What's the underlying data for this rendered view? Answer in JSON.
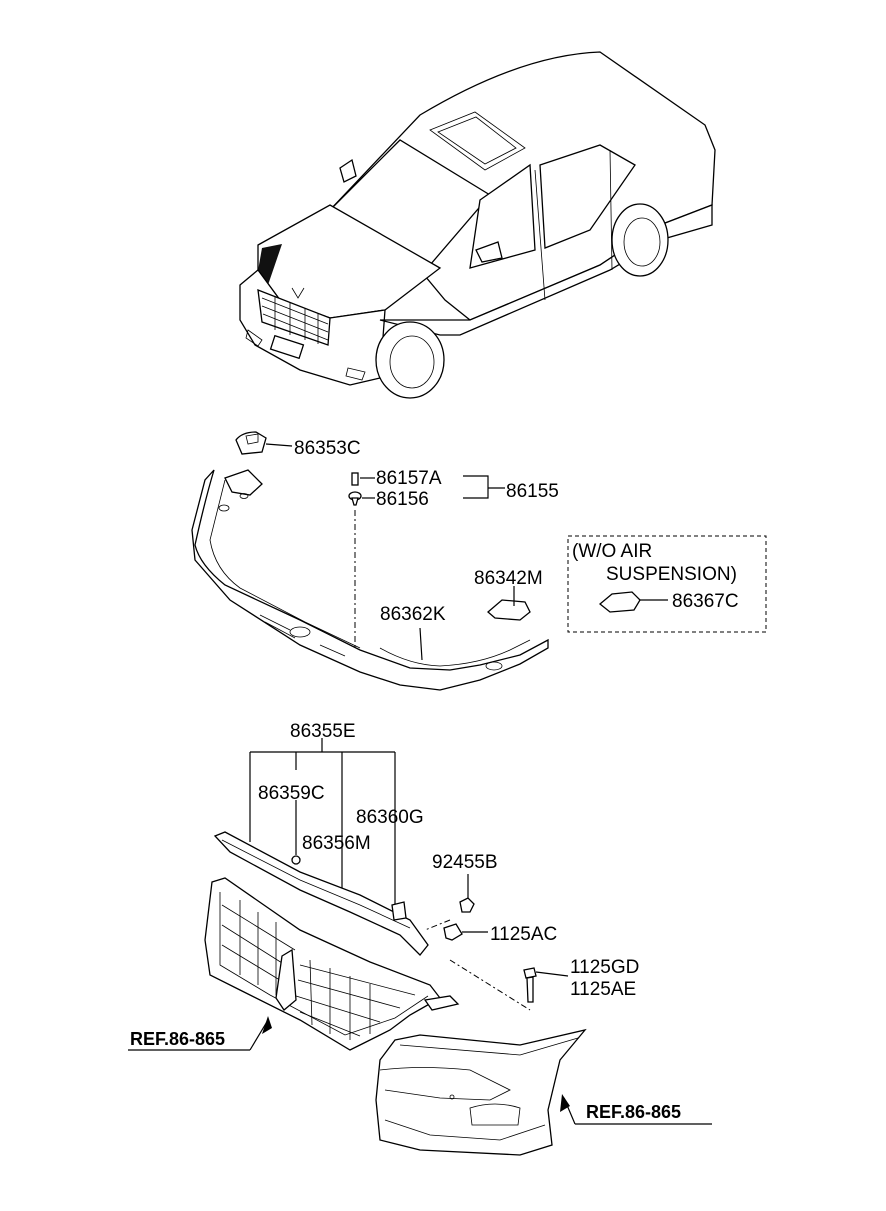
{
  "labels": {
    "p86353C": "86353C",
    "p86157A": "86157A",
    "p86156": "86156",
    "p86155": "86155",
    "p86342M": "86342M",
    "p86362K": "86362K",
    "p86367C": "86367C",
    "p86355E": "86355E",
    "p86359C": "86359C",
    "p86360G": "86360G",
    "p86356M": "86356M",
    "p92455B": "92455B",
    "p1125AC": "1125AC",
    "p1125GD": "1125GD",
    "p1125AE": "1125AE"
  },
  "note": {
    "line1": "(W/O AIR",
    "line2": "SUSPENSION)"
  },
  "refs": {
    "left": "REF.86-865",
    "right": "REF.86-865"
  }
}
